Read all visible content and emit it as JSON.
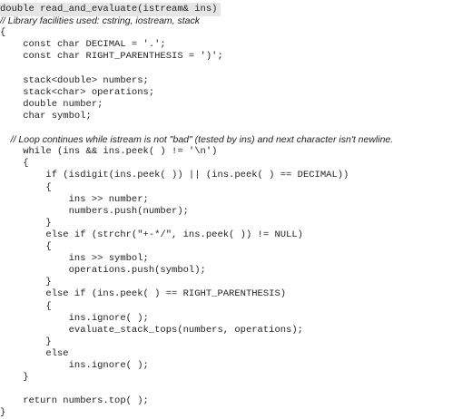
{
  "code_lines": [
    "double read_and_evaluate(istream& ins)",
    "// Library facilities used: cstring, iostream, stack",
    "{",
    "    const char DECIMAL = '.';",
    "    const char RIGHT_PARENTHESIS = ')';",
    "",
    "    stack<double> numbers;",
    "    stack<char> operations;",
    "    double number;",
    "    char symbol;",
    "",
    "    // Loop continues while istream is not \"bad\" (tested by ins) and next character isn't newline.",
    "    while (ins && ins.peek( ) != '\\n')",
    "    {",
    "        if (isdigit(ins.peek( )) || (ins.peek( ) == DECIMAL))",
    "        {",
    "            ins >> number;",
    "            numbers.push(number);",
    "        }",
    "        else if (strchr(\"+-*/\", ins.peek( )) != NULL)",
    "        {",
    "            ins >> symbol;",
    "            operations.push(symbol);",
    "        }",
    "        else if (ins.peek( ) == RIGHT_PARENTHESIS)",
    "        {",
    "            ins.ignore( );",
    "            evaluate_stack_tops(numbers, operations);",
    "        }",
    "        else",
    "            ins.ignore( );",
    "    }",
    "",
    "    return numbers.top( );",
    "}"
  ]
}
